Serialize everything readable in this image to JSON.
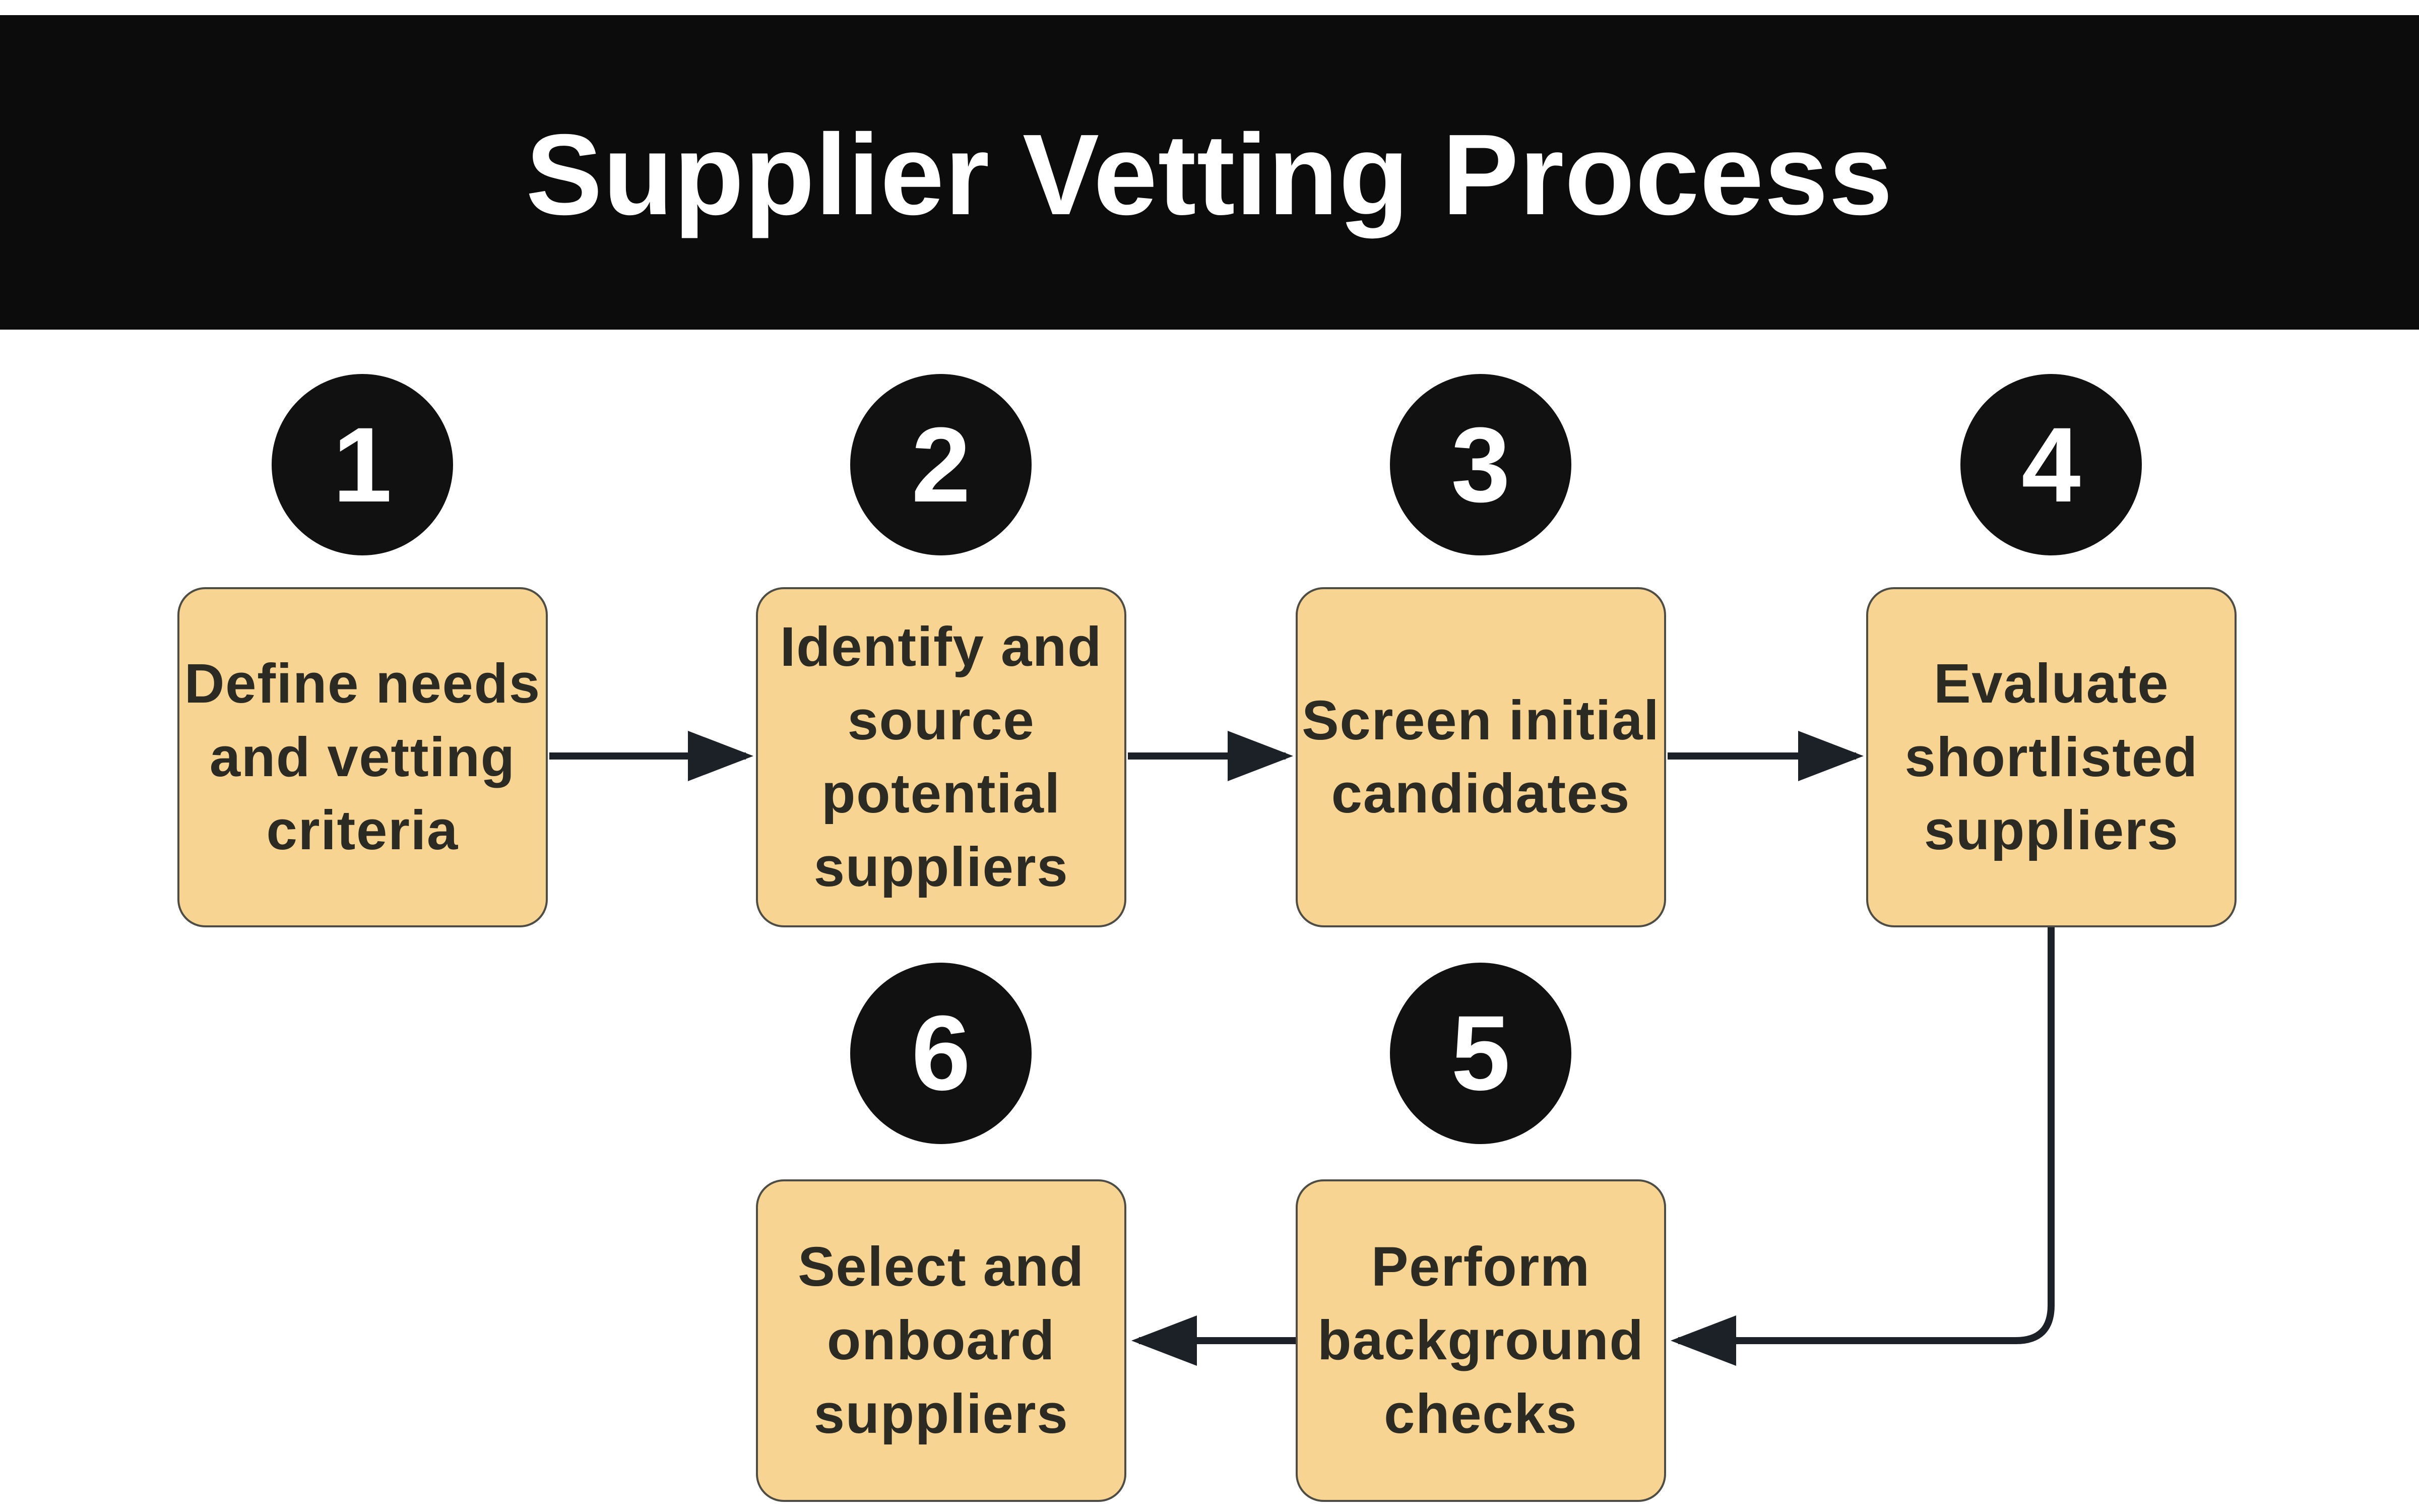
{
  "header": {
    "title": "Supplier Vetting Process"
  },
  "steps": [
    {
      "number": "1",
      "label": "Define needs\nand vetting\ncriteria"
    },
    {
      "number": "2",
      "label": "Identify and\nsource\npotential\nsuppliers"
    },
    {
      "number": "3",
      "label": "Screen initial\ncandidates"
    },
    {
      "number": "4",
      "label": "Evaluate\nshortlisted\nsuppliers"
    },
    {
      "number": "5",
      "label": "Perform\nbackground\nchecks"
    },
    {
      "number": "6",
      "label": "Select and\nonboard\nsuppliers"
    }
  ],
  "colors": {
    "page_bg": "#ffffff",
    "banner_bg": "#0c0c0c",
    "title_text": "#ffffff",
    "badge_bg": "#111111",
    "badge_text": "#ffffff",
    "node_fill": "#f8d492",
    "node_border": "#4d4c45",
    "node_text": "#2b2a23",
    "connector": "#1c2127"
  }
}
